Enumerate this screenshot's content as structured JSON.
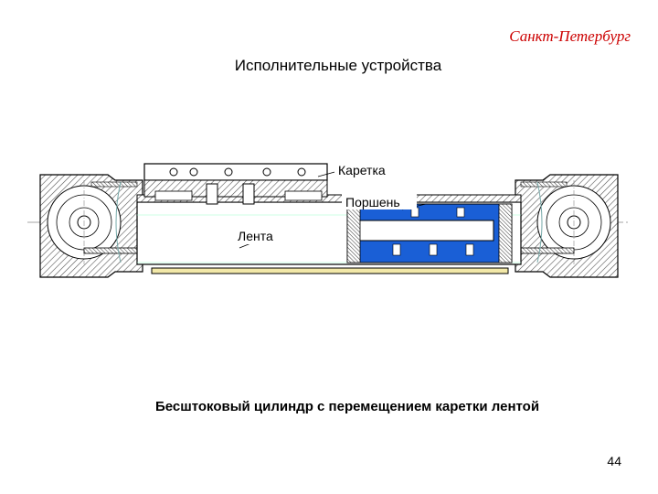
{
  "header": {
    "city": "Санкт-Петербург",
    "section_title": "Исполнительные устройства"
  },
  "diagram": {
    "labels": {
      "carriage": "Каретка",
      "piston": "Поршень",
      "band": "Лента"
    },
    "colors": {
      "piston_fill": "#1a5fd6",
      "band_fill": "#f2e8a8",
      "hatch": "#444444",
      "line": "#000000"
    }
  },
  "caption": "Бесштоковый цилиндр с перемещением каретки лентой",
  "page_number": "44"
}
